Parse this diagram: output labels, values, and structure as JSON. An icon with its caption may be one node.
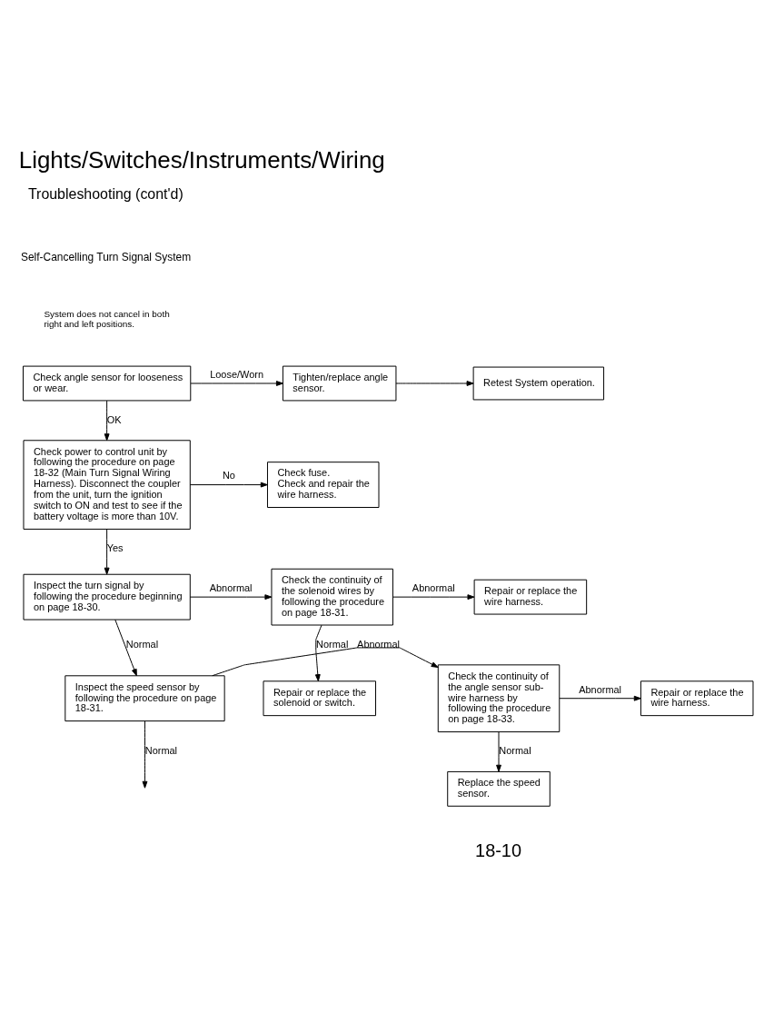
{
  "diagram": {
    "title": "Lights/Switches/Instruments/Wiring",
    "nodes": [
      {
        "text": [
          "Check angle sensor for looseness or wear."
        ]
      },
      {
        "text": [
          "Tighten/replace angle sensor."
        ]
      },
      {
        "text": [
          "Retest System operation."
        ]
      },
      {
        "text": [
          "Check power to control unit by following the procedure on page 18-32 (Main Turn Signal Wiring Harness). Disconnect the coupler from the unit, turn the ignition switch to ON and test to see if the battery voltage is more than 10V."
        ]
      },
      {
        "text": [
          "Check fuse.",
          "Check and repair the wire harness."
        ]
      },
      {
        "text": [
          "Inspect the turn signal by following the procedure beginning on page 18-30."
        ]
      },
      {
        "text": [
          "Check the continuity of the solenoid wires by following the procedure on page 18-31."
        ]
      },
      {
        "text": [
          "Repair or replace the wire harness."
        ]
      },
      {
        "text": [
          "Repair or replace the solenoid or switch."
        ]
      },
      {
        "text": [
          "Inspect the speed sensor by following the procedure on page 18-31."
        ]
      },
      {
        "text": [
          "Check the continuity of the angle sensor sub-wire harness by following the procedure on page 18-33."
        ]
      },
      {
        "text": [
          "Repair or replace the wire harness."
        ]
      },
      {
        "text": [
          "Replace the speed sensor."
        ]
      }
    ],
    "edges": [
      {
        "from": 0,
        "to": 1,
        "arrow": "to",
        "label": "Loose/Worn"
      },
      {
        "from": 1,
        "to": 2,
        "arrow": "to"
      },
      {
        "from": 0,
        "to": 3,
        "arrow": "to",
        "label": "OK"
      },
      {
        "from": 3,
        "to": 4,
        "arrow": "to",
        "label": "No"
      },
      {
        "from": 3,
        "to": 5,
        "arrow": "to",
        "label": "Yes"
      },
      {
        "from": 5,
        "to": 6,
        "arrow": "to",
        "label": "Abnormal"
      },
      {
        "from": 6,
        "to": 7,
        "arrow": "to",
        "label": "Abnormal"
      },
      {
        "from": 6,
        "to": 8,
        "arrow": "to",
        "label": "Normal"
      },
      {
        "from": 5,
        "to": 9,
        "arrow": "to",
        "label": "Normal"
      },
      {
        "from": 9,
        "to": 10,
        "arrow": "to",
        "label": "Abnormal"
      },
      {
        "from": 10,
        "to": 11,
        "arrow": "to",
        "label": "Abnormal"
      },
      {
        "from": 10,
        "to": 12,
        "arrow": "to",
        "label": "Normal"
      },
      {
        "from": 9,
        "to": null,
        "arrow": "to",
        "label": "Normal"
      }
    ],
    "labels": [
      "Troubleshooting (cont'd)",
      "Self-Cancelling Turn Signal System",
      "System does not cancel in both right and left positions.",
      "18-10"
    ]
  }
}
